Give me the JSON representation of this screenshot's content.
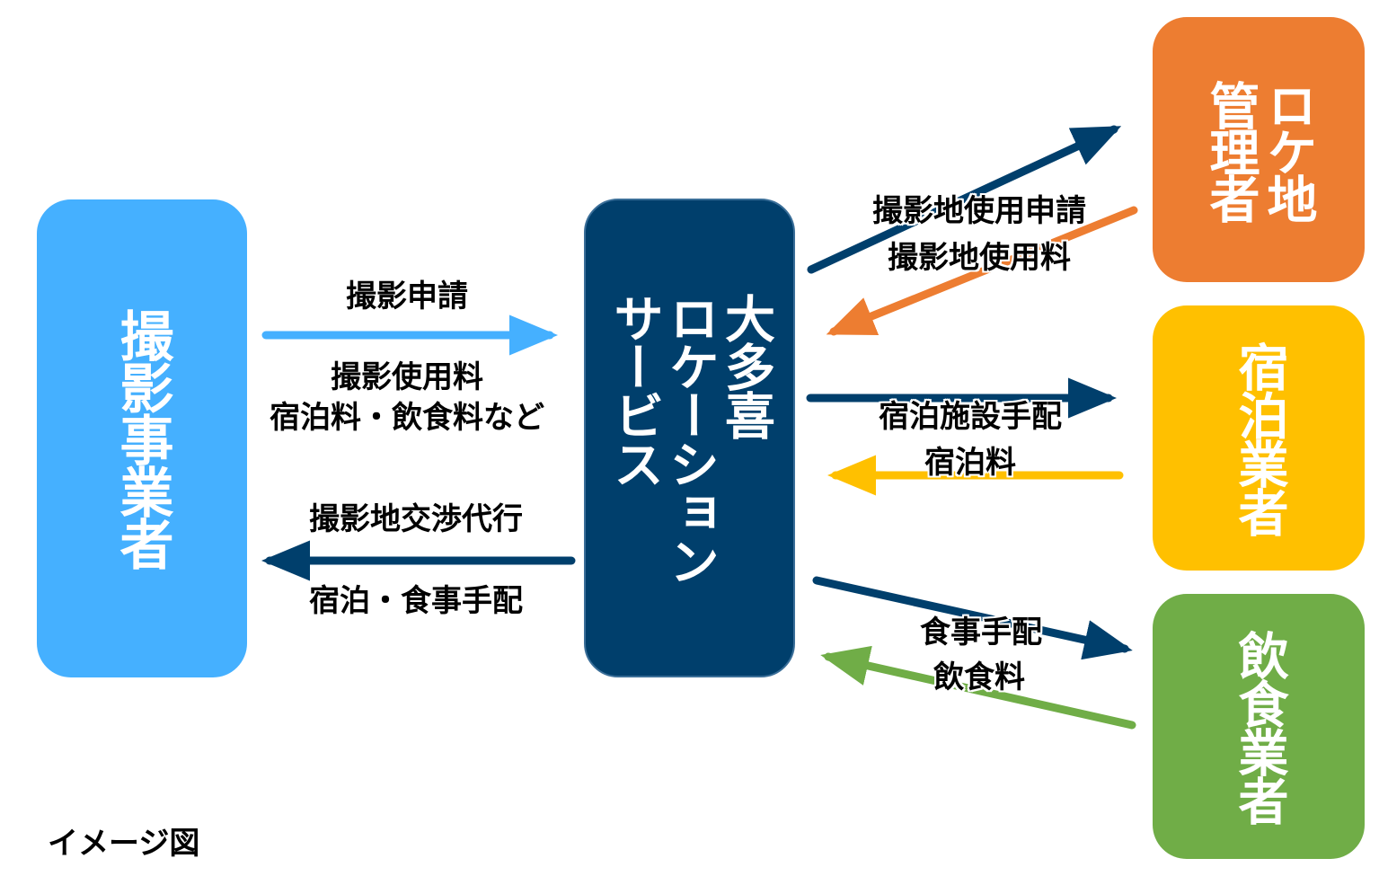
{
  "entities": {
    "shooter": {
      "label": "撮影事業者",
      "color": "#45b0ff"
    },
    "service": {
      "label": "大多喜\nロケーション\nサービス",
      "color": "#003f6c"
    },
    "location_manager": {
      "label": "ロケ地\n管理者",
      "color": "#ed7d31"
    },
    "lodging": {
      "label": "宿泊業者",
      "color": "#ffc000"
    },
    "food": {
      "label": "飲食業者",
      "color": "#70ad47"
    }
  },
  "flows": {
    "shooter_to_service": {
      "label": "撮影申請",
      "color": "#45b0ff"
    },
    "shooter_fees": {
      "line1": "撮影使用料",
      "line2": "宿泊料・飲食料など"
    },
    "service_to_shooter": {
      "label": "撮影地交渉代行",
      "color": "#003f6c"
    },
    "service_to_shooter_2": {
      "label": "宿泊・食事手配"
    },
    "service_to_location": {
      "label": "撮影地使用申請",
      "color": "#003f6c"
    },
    "location_to_service": {
      "label": "撮影地使用料",
      "color": "#ed7d31"
    },
    "service_to_lodging": {
      "label": "宿泊施設手配",
      "color": "#003f6c"
    },
    "lodging_to_service": {
      "label": "宿泊料",
      "color": "#ffc000"
    },
    "service_to_food": {
      "label": "食事手配",
      "color": "#003f6c"
    },
    "food_to_service": {
      "label": "飲食料",
      "color": "#70ad47"
    }
  },
  "caption": "イメージ図"
}
